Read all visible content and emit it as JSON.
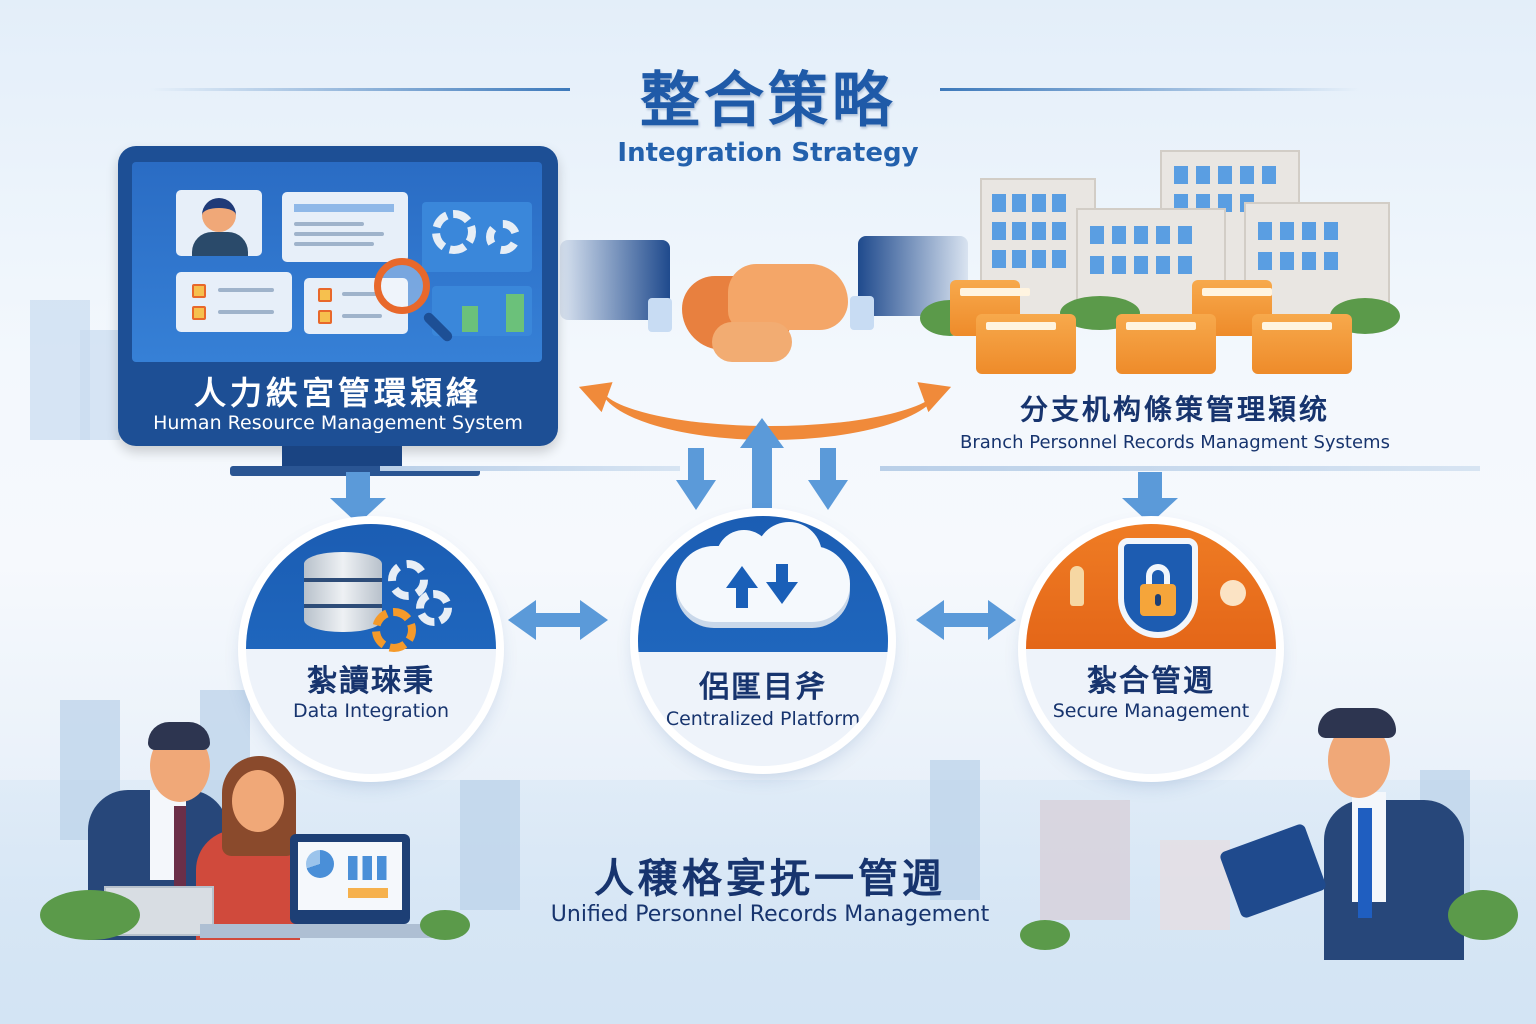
{
  "header": {
    "title_cn": "整合策略",
    "title_en": "Integration Strategy"
  },
  "hr_system": {
    "title_cn": "人力紩宮管環㯋綘",
    "title_en": "Human Resource Management System",
    "icons": [
      "user-profile-icon",
      "document-icon",
      "gears-icon",
      "checklist-icon",
      "magnifier-icon",
      "bar-chart-icon"
    ]
  },
  "handshake": {
    "icon": "handshake-icon",
    "arrow": "bidirectional-orange-arrow"
  },
  "branch_systems": {
    "title_cn": "分支机构條策管理㯋统",
    "title_en": "Branch Personnel Records Managment Systems",
    "icons": [
      "office-buildings-icon",
      "folder-icon"
    ]
  },
  "nodes": [
    {
      "id": "data-integration",
      "title_cn": "紮讀琜秉",
      "title_en": "Data Integration",
      "icon": "database-gears-icon",
      "color": "#1b5db3"
    },
    {
      "id": "centralized-platform",
      "title_cn": "侶匩目斧",
      "title_en": "Centralized Platform",
      "icon": "cloud-sync-icon",
      "color": "#1b5db3"
    },
    {
      "id": "secure-management",
      "title_cn": "紮合管週",
      "title_en": "Secure Management",
      "icon": "shield-lock-icon",
      "color": "#ef7c24"
    }
  ],
  "footer": {
    "title_cn": "人穣格宴抚一管週",
    "title_en": "Unified Personnel Records Management"
  },
  "colors": {
    "primary_blue": "#1f5aa8",
    "dark_navy": "#17346e",
    "accent_orange": "#f08a3a",
    "arrow_blue": "#5b9ad9"
  }
}
